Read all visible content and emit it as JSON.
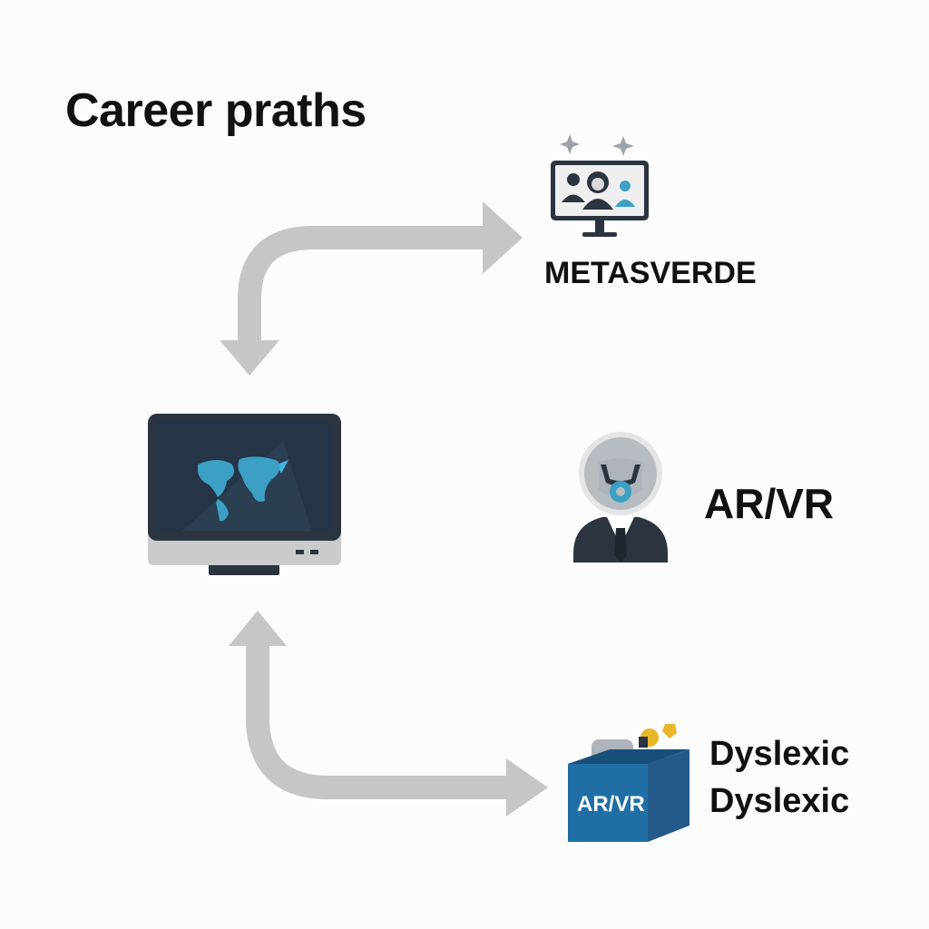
{
  "title": "Career praths",
  "nodes": {
    "top": {
      "label": "METASVERDE",
      "icon": "video-conference-monitor-icon"
    },
    "middle": {
      "label": "AR/VR",
      "icon": "vr-headset-person-icon"
    },
    "bottom": {
      "lines": [
        "Dyslexic",
        "Dyslexic"
      ],
      "box_label": "AR/VR",
      "icon": "vr-tools-box-icon"
    },
    "hub": {
      "icon": "world-map-monitor-icon"
    }
  },
  "colors": {
    "arrow": "#c4c6c8",
    "dark": "#2c3440",
    "screen": "#253447",
    "accent": "#3ba0c4",
    "box_front": "#1f6fa6",
    "box_side": "#235a8a",
    "gold": "#e7b72a",
    "text": "#111111"
  }
}
